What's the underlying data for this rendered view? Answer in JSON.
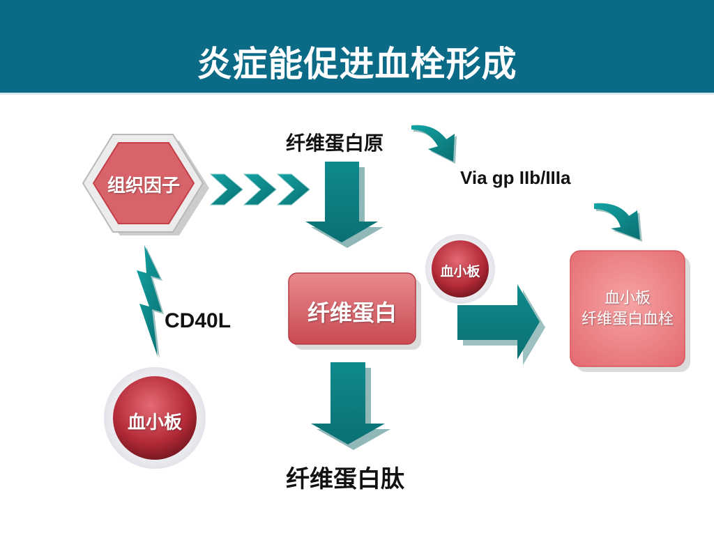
{
  "slide": {
    "title": "炎症能促进血栓形成"
  },
  "nodes": {
    "tissue_factor": "组织因子",
    "fibrinogen": "纤维蛋白原",
    "via_gp": "Via gp IIb/IIIa",
    "fibrin": "纤维蛋白",
    "platelet_small": "血小板",
    "platelet_large": "血小板",
    "cd40l": "CD40L",
    "clot_line1": "血小板",
    "clot_line2": "纤维蛋白血栓",
    "fibrin_peptide": "纤维蛋白肽"
  },
  "colors": {
    "header": "#0b6b86",
    "arrow_teal": "#0f7f82",
    "node_red": "#d9636a",
    "clot_pink": "#ef8b8e",
    "platelet_dark": "#9b1f2c"
  }
}
